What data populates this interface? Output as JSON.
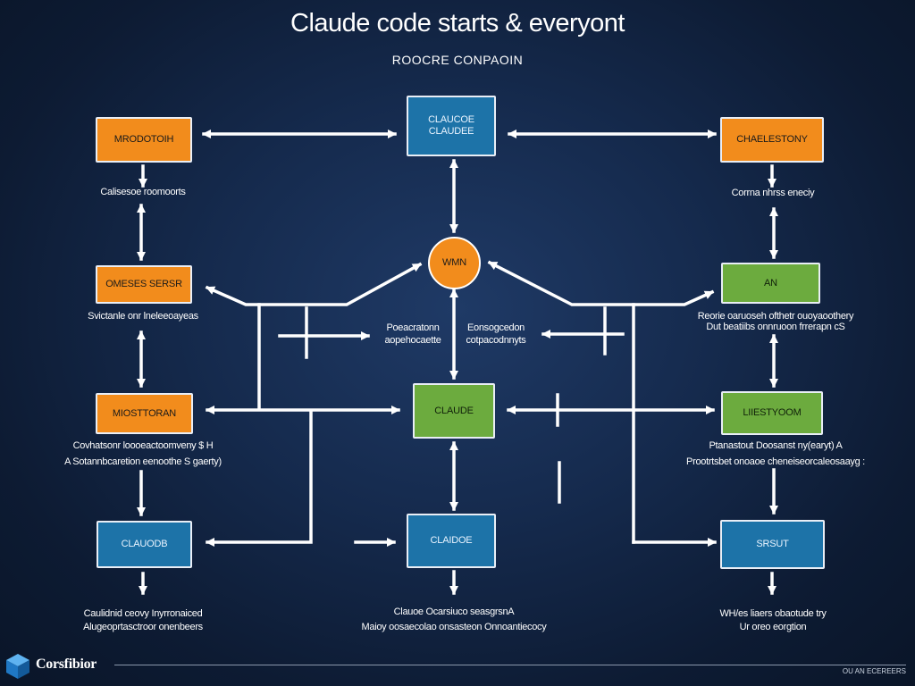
{
  "title": "Claude code starts & everyont",
  "subtitle": "ROOCRE CONPAOIN",
  "nodes": {
    "left_1": "MRODOTOIH",
    "left_2": "OMESES SERSR",
    "left_3": "MIOSTTORAN",
    "left_4": "CLAUODB",
    "top_center": "CLAUCOE\nCLAUDEE",
    "hub": "WMN",
    "center_green": "CLAUDE",
    "bottom_center": "CLAIDOE",
    "right_1": "CHAELESTONY",
    "right_2": "AN",
    "right_3": "LIIESTYOOM",
    "right_4": "SRSUT"
  },
  "captions": {
    "left_1": "Calisesoe roomoorts",
    "left_2": "Svictanle onr lneleeoayeas",
    "left_3_line1": "Covhatsonr loooeactoomveny $ H",
    "left_3_line2": "A Sotannbcaretion eenoothe S gaerty)",
    "left_4_line1": "Caulidnid ceovy Inyrronaiced",
    "left_4_line2": "Alugeoprtasctroor onenbeers",
    "mid_left_line1": "Poeacratonn",
    "mid_left_line2": "aopehocaette",
    "mid_right_line1": "Eonsogcedon",
    "mid_right_line2": "cotpacodnnyts",
    "bottom_center_line1": "Clauoe Ocarsiuco seasgrsnA",
    "bottom_center_line2": "Maioy oosaecolao onsasteon Onnoantiecocy",
    "right_1": "Corrna nhrss eneciy",
    "right_2_line1": "Reorie oaruoseh ofthetr ouoyaoothery",
    "right_2_line2": "Dut beatiibs onnruoon frrerapn cS",
    "right_3_line1": "Ptanastout Doosanst ny(earyt) A",
    "right_3_line2": "Prootrtsbet onoaoe cheneiseorcaleosaayg :",
    "right_4_line1": "WH/es liaers obaotude try",
    "right_4_line2": "Ur oreo eorgtion"
  },
  "footer": {
    "logo_text": "Corsfibior",
    "note": "OU AN ECEREERS"
  },
  "colors": {
    "orange": "#f28c1c",
    "blue": "#1d73a8",
    "green": "#6cab3e",
    "background": "#152a4d",
    "line": "#ffffff"
  },
  "icons": [
    "cube-logo-icon"
  ]
}
